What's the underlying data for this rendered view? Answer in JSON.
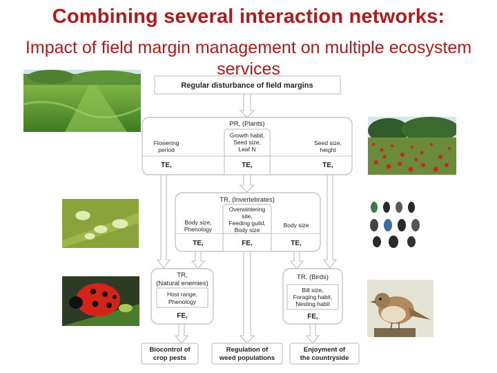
{
  "title": "Combining several interaction networks:",
  "subtitle": "Impact of field margin management on multiple ecosystem services",
  "diagram": {
    "top_box": "Regular disturbance of field margins",
    "plants": {
      "header": "PR, (Plants)",
      "col1": [
        "Flowering",
        "period"
      ],
      "col2": [
        "Growth habit,",
        "Seed size,",
        "Leaf N"
      ],
      "col3": [
        "Seed size,",
        "height"
      ],
      "te1": "TE,",
      "te2": "TE,",
      "te3": "TE,"
    },
    "invertebrates": {
      "header": "TR, (Invertebrates)",
      "col1": [
        "Body size,",
        "Phenology"
      ],
      "col2": [
        "Overwintering",
        "site,",
        "Feeding guild,",
        "Body size"
      ],
      "col3": [
        "Body size"
      ],
      "te1": "TE,",
      "fe": "FE,",
      "te2": "TE,"
    },
    "natural_enemies": {
      "header": [
        "TR,",
        "(Natural enemies)"
      ],
      "traits": [
        "Host range,",
        "Phenology"
      ],
      "fe": "FE,"
    },
    "birds": {
      "header": "TR, (Birds)",
      "traits": [
        "Bill size,",
        "Foraging habit,",
        "Nesting habit"
      ],
      "fe": "FE,"
    },
    "services": {
      "left": [
        "Biocontrol of",
        "crop pests"
      ],
      "middle": [
        "Regulation of",
        "weed populations"
      ],
      "right": [
        "Enjoyment of",
        "the countryside"
      ]
    }
  },
  "colors": {
    "title": "#b01a1a",
    "box_border": "#c4c4c4"
  }
}
